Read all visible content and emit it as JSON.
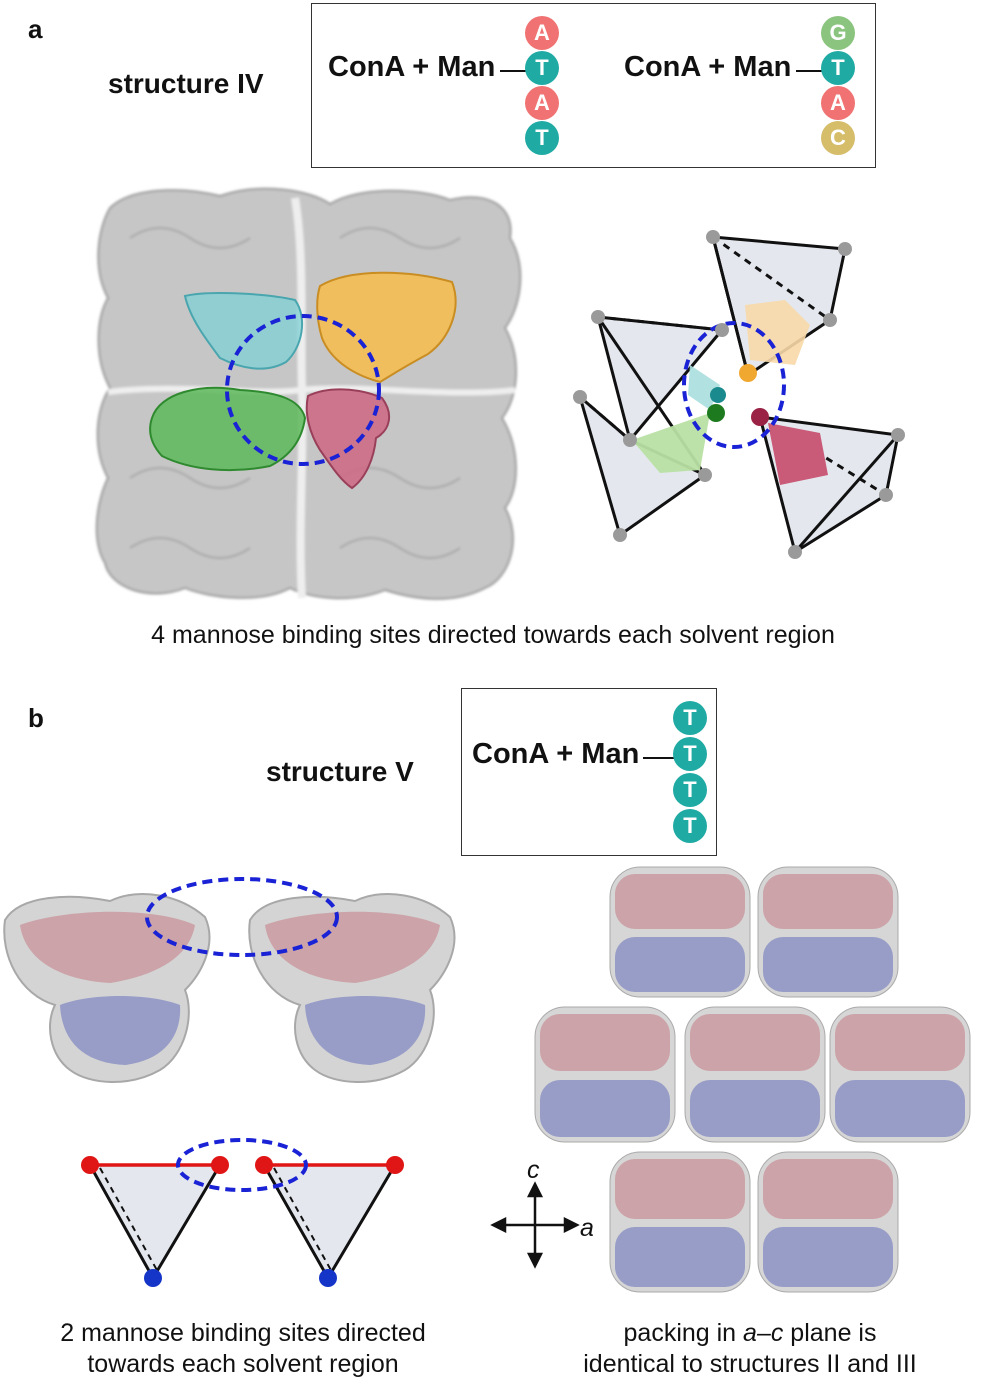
{
  "panel_a": {
    "letter": "a",
    "structure_label": "structure IV",
    "legend": {
      "left": {
        "label": "ConA + Man",
        "nucleotides": [
          "A",
          "T",
          "A",
          "T"
        ]
      },
      "right": {
        "label": "ConA + Man",
        "nucleotides": [
          "G",
          "T",
          "A",
          "C"
        ]
      }
    },
    "caption": "4 mannose binding sites directed towards each solvent region"
  },
  "panel_b": {
    "letter": "b",
    "structure_label": "structure V",
    "legend": {
      "label": "ConA + Man",
      "nucleotides": [
        "T",
        "T",
        "T",
        "T"
      ]
    },
    "caption_left_line1": "2 mannose binding sites directed",
    "caption_left_line2": "towards each solvent region",
    "caption_right_line1_pre": "packing in ",
    "caption_right_line1_em": "a–c",
    "caption_right_line1_post": " plane is",
    "caption_right_line2": "identical to structures II and III",
    "axis_c": "c",
    "axis_a": "a"
  },
  "colors": {
    "A": "#f07272",
    "T": "#20aaa4",
    "G": "#8bc47f",
    "C": "#d5bd6a",
    "protein_gray": "#c4c4c4",
    "cyan": "#7fd0d6",
    "orange": "#f5bd52",
    "green": "#5cb85a",
    "magenta": "#cc6b86",
    "dashed_blue": "#1a22d6",
    "pink_domain": "#c99aa0",
    "blue_domain": "#8d93c4",
    "red_edge": "#e01515",
    "node_gray": "#9a9a9a",
    "face_gray": "#e4e8ee"
  }
}
